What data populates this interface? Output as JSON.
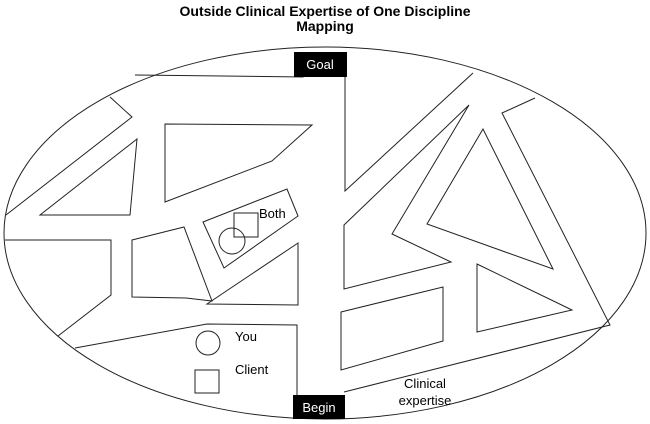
{
  "title": {
    "line1": "Outside Clinical Expertise of One Discipline",
    "line2": "Mapping"
  },
  "labels": {
    "goal": "Goal",
    "begin": "Begin",
    "both": "Both",
    "you": "You",
    "client": "Client",
    "clinical_line1": "Clinical",
    "clinical_line2": "expertise"
  },
  "colors": {
    "line": "#222222",
    "box_fill": "#000000",
    "box_text": "#ffffff"
  }
}
